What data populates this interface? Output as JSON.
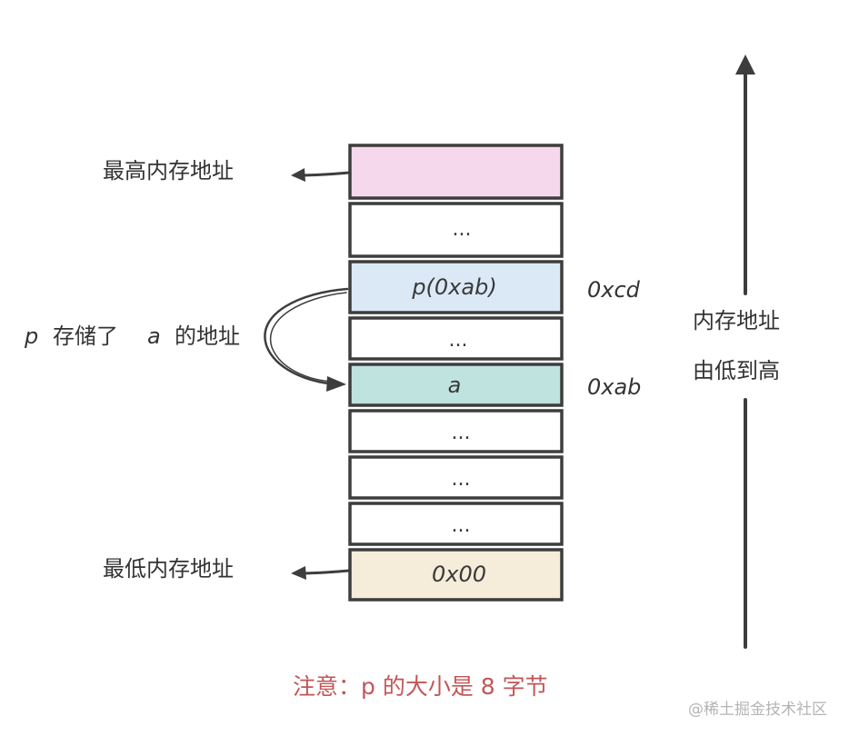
{
  "memory": {
    "cells": [
      {
        "text": "",
        "fill": "#f6d8ec"
      },
      {
        "text": "...",
        "fill": "#ffffff"
      },
      {
        "text": "p(0xab)",
        "fill": "#dbe9f6"
      },
      {
        "text": "...",
        "fill": "#ffffff"
      },
      {
        "text": "a",
        "fill": "#bfe3df"
      },
      {
        "text": "...",
        "fill": "#ffffff"
      },
      {
        "text": "...",
        "fill": "#ffffff"
      },
      {
        "text": "...",
        "fill": "#ffffff"
      },
      {
        "text": "0x00",
        "fill": "#f5ecd9"
      }
    ]
  },
  "labels": {
    "highest": "最高内存地址",
    "lowest": "最低内存地址",
    "pointer_p": "p",
    "pointer_mid": "存储了",
    "pointer_a": "a",
    "pointer_tail": "的地址",
    "direction_line1": "内存地址",
    "direction_line2": "由低到高"
  },
  "addresses": {
    "p_addr": "0xcd",
    "a_addr": "0xab"
  },
  "note": "注意：p 的大小是 8 字节",
  "watermark": "@稀土掘金技术社区"
}
